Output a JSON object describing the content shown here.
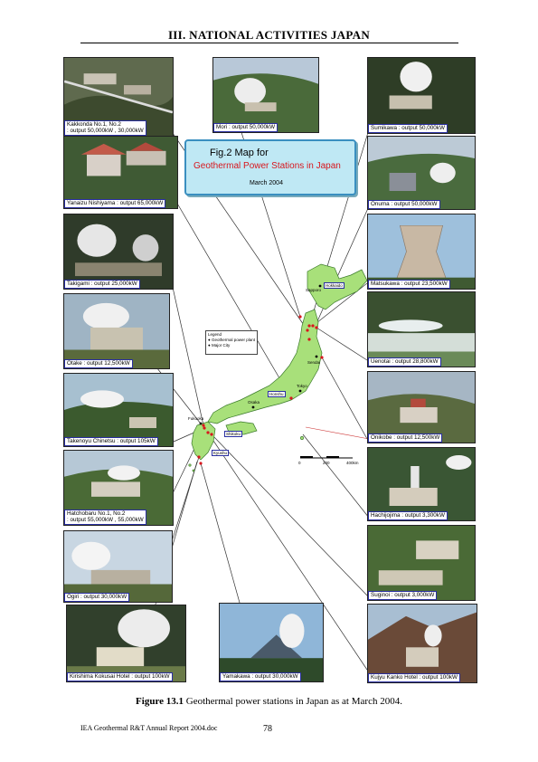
{
  "header": {
    "title": "III.  NATIONAL ACTIVITIES   JAPAN"
  },
  "map": {
    "title_line1": "Fig.2     Map for",
    "title_line2": "Geothermal Power Stations in Japan",
    "date": "March 2004",
    "legend_title": "Legend",
    "legend_item1": "● Geothermal power plant",
    "legend_item2": "● Major City",
    "scale_0": "0",
    "scale_200": "200",
    "scale_400": "400km",
    "regions": {
      "hokkaido": "Hokkaido",
      "honshu": "Honshu",
      "shikoku": "Shikoku",
      "kyushu": "Kyushu"
    },
    "cities": {
      "sapporo": "Sapporo",
      "sendai": "Sendai",
      "tokyo": "Tokyo",
      "osaka": "Osaka",
      "fukuoka": "Fukuoka"
    },
    "colors": {
      "land": "#a8e07a",
      "land_stroke": "#3a7a2a",
      "title_red": "#d8161d",
      "box_bg": "#bfe8f4"
    }
  },
  "photos": [
    {
      "label": "Kakkonda No.1, No.2\n: output 50,000kW , 30,000kW"
    },
    {
      "label": "Mori : output 50,000kW"
    },
    {
      "label": "Sumikawa : output 50,000kW"
    },
    {
      "label": "Yanaizu Nishiyama : output 65,000kW"
    },
    {
      "label": "Onuma : output 50,000kW"
    },
    {
      "label": "Takigami : output 25,000kW"
    },
    {
      "label": "Matsukawa : output 23,500kW"
    },
    {
      "label": "Otake : output 12,500kW"
    },
    {
      "label": "Uenotai : output 28,800kW"
    },
    {
      "label": "Takenoyu Chinetsu : output 105kW"
    },
    {
      "label": "Onikobe : output 12,500kW"
    },
    {
      "label": "Hatchobaru No.1, No.2\n: output 55,000kW , 55,000kW"
    },
    {
      "label": "Hachijojima : output 3,300kW"
    },
    {
      "label": "Ogiri : output 30,000kW"
    },
    {
      "label": "Suginoi : output 3,000kW"
    },
    {
      "label": "Kirishima Kokusai Hotel : output 100kW"
    },
    {
      "label": "Yamakawa : output 30,000kW"
    },
    {
      "label": "Kujyu Kanko Hotel : output 100kW"
    }
  ],
  "caption": {
    "label": "Figure 13.1",
    "text": "  Geothermal power stations in Japan as at March 2004."
  },
  "footer": {
    "left": "IEA Geothermal R&T Annual Report 2004.doc",
    "page": "78"
  }
}
